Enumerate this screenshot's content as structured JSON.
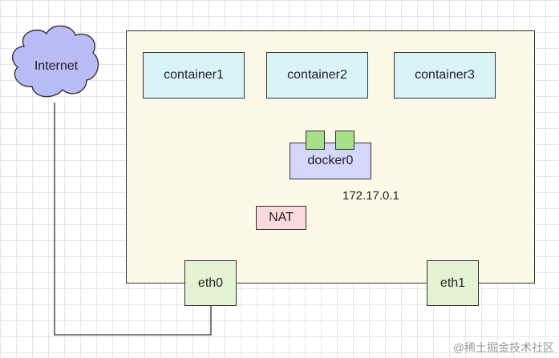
{
  "diagram": {
    "internet_label": "Internet",
    "containers": [
      "container1",
      "container2",
      "container3"
    ],
    "bridge_label": "docker0",
    "bridge_ip": "172.17.0.1",
    "nat_label": "NAT",
    "interfaces": [
      "eth0",
      "eth1"
    ]
  },
  "watermark": "@稀土掘金技术社区",
  "colors": {
    "host_fill": "#fcf9e9",
    "cloud_fill": "#b9bcf6",
    "container_fill": "#d9f4f7",
    "bridge_fill": "#d5d7fb",
    "port_fill": "#a7e08b",
    "nat_fill": "#fadadd",
    "interface_fill": "#e3f3d3"
  }
}
